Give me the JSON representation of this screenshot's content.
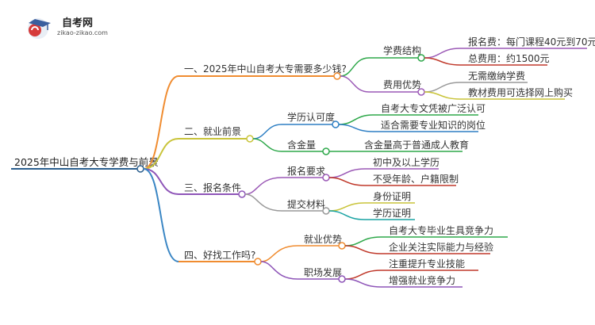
{
  "brand": {
    "name": "自考网",
    "url": "zikao-zikao.com"
  },
  "root": "2025年中山自考大专学费与前景",
  "colors": {
    "root_line": "#2b5f8e",
    "b1": "#f08c30",
    "b2": "#c9c43a",
    "b3": "#8e55b8",
    "b4": "#3a86c4",
    "c_purple": "#9b59b6",
    "c_green": "#2ea84a",
    "c_blue": "#2e7fc4",
    "c_yellow": "#c9c43a",
    "c_red": "#c0392b",
    "c_gray": "#999999",
    "c_teal": "#1aa3a3"
  },
  "branches": [
    {
      "label": "一、2025年中山自考大专需要多少钱?",
      "children": [
        {
          "label": "学费结构",
          "children": [
            "报名费：每门课程40元到70元",
            "总费用：约1500元"
          ]
        },
        {
          "label": "费用优势",
          "children": [
            "无需缴纳学费",
            "教材费用可选择网上购买"
          ]
        }
      ]
    },
    {
      "label": "二、就业前景",
      "children": [
        {
          "label": "学历认可度",
          "children": [
            "自考大专文凭被广泛认可",
            "适合需要专业知识的岗位"
          ]
        },
        {
          "label": "含金量",
          "children": [
            "含金量高于普通成人教育"
          ]
        }
      ]
    },
    {
      "label": "三、报名条件",
      "children": [
        {
          "label": "报名要求",
          "children": [
            "初中及以上学历",
            "不受年龄、户籍限制"
          ]
        },
        {
          "label": "提交材料",
          "children": [
            "身份证明",
            "学历证明"
          ]
        }
      ]
    },
    {
      "label": "四、好找工作吗?",
      "children": [
        {
          "label": "就业优势",
          "children": [
            "自考大专毕业生具竞争力",
            "企业关注实际能力与经验"
          ]
        },
        {
          "label": "职场发展",
          "children": [
            "注重提升专业技能",
            "增强就业竞争力"
          ]
        }
      ]
    }
  ]
}
